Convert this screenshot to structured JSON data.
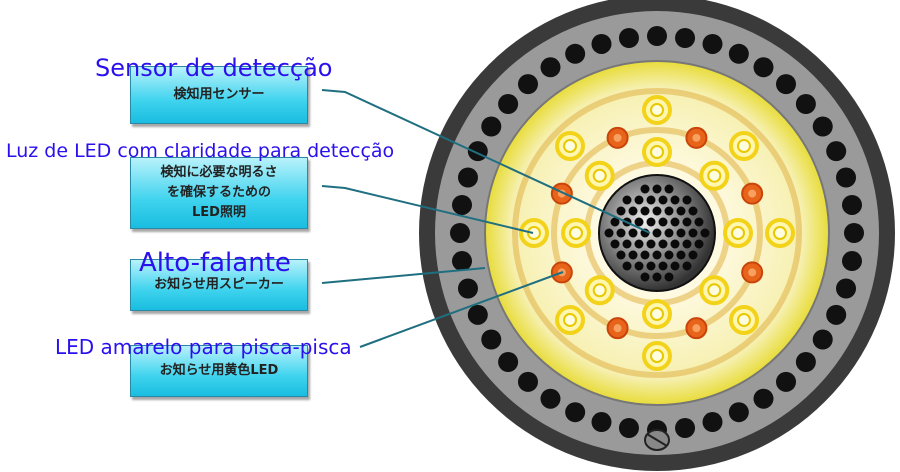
{
  "boxes": [
    {
      "ja": "検知用センサー",
      "pt": "Sensor de detecção"
    },
    {
      "ja": "検知に必要な明るさ\nを確保するための\nLED照明",
      "pt": "Luz de LED com claridade para detecção"
    },
    {
      "ja": "お知らせ用スピーカー",
      "pt": "Alto-falante"
    },
    {
      "ja": "お知らせ用黄色LED",
      "pt": "LED amarelo para pisca-pisca"
    }
  ],
  "colors": {
    "label": "#2a10ee",
    "box": "#3fd3ee",
    "led_yellow": "#f3d21a",
    "led_orange": "#e8641a",
    "housing": "#3a3a3a"
  }
}
